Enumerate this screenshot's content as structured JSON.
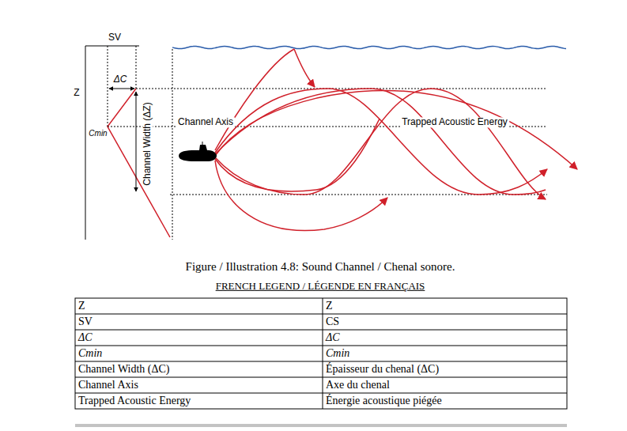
{
  "diagram": {
    "caption": "Figure / Illustration 4.8: Sound Channel / Chenal sonore.",
    "labels": [
      "SV",
      "Z",
      "ΔC",
      "Cmin",
      "Channel Width (ΔZ)",
      "Channel Axis",
      "Trapped Acoustic Energy",
      "FRENCH LEGEND / LÉGENDE EN FRANÇAIS",
      "Z",
      "Z",
      "SV",
      "CS",
      "ΔC",
      "ΔC",
      "Cmin",
      "Cmin",
      "Channel Width (ΔC)",
      "Épaisseur du chenal (ΔC)",
      "Channel Axis",
      "Axe du chenal",
      "Trapped Acoustic Energy",
      "Énergie acoustique piégée"
    ]
  }
}
